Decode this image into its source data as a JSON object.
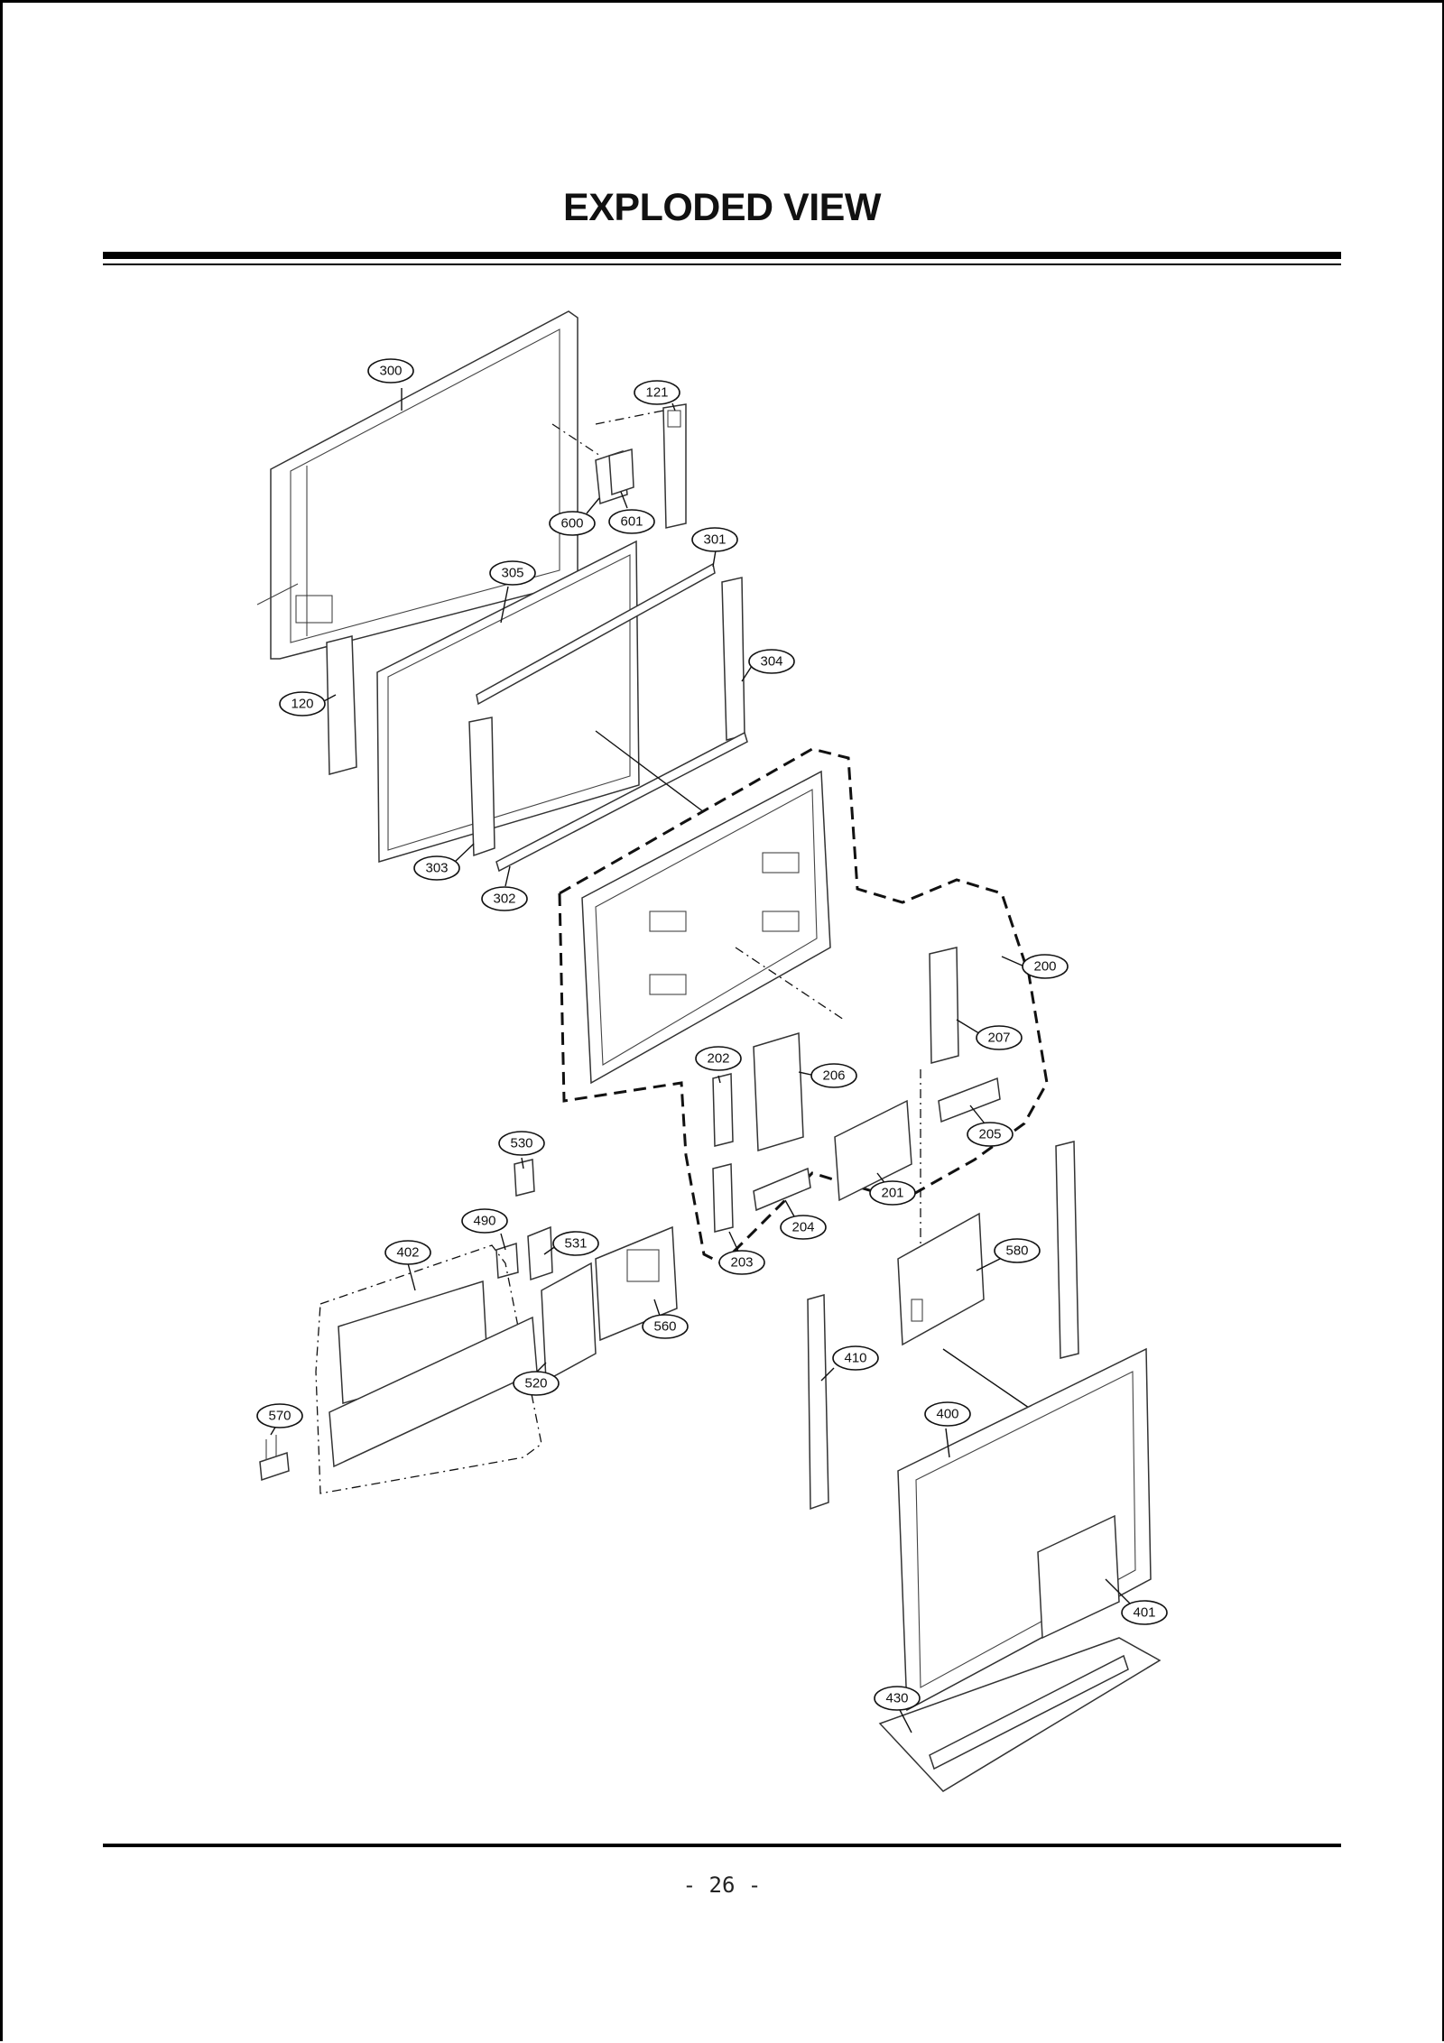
{
  "title": "EXPLODED VIEW",
  "page_number": "- 26 -",
  "callouts": [
    "300",
    "121",
    "600",
    "601",
    "301",
    "305",
    "304",
    "120",
    "303",
    "302",
    "200",
    "207",
    "202",
    "206",
    "205",
    "201",
    "204",
    "203",
    "530",
    "490",
    "531",
    "402",
    "560",
    "580",
    "410",
    "520",
    "570",
    "400",
    "401",
    "430"
  ]
}
